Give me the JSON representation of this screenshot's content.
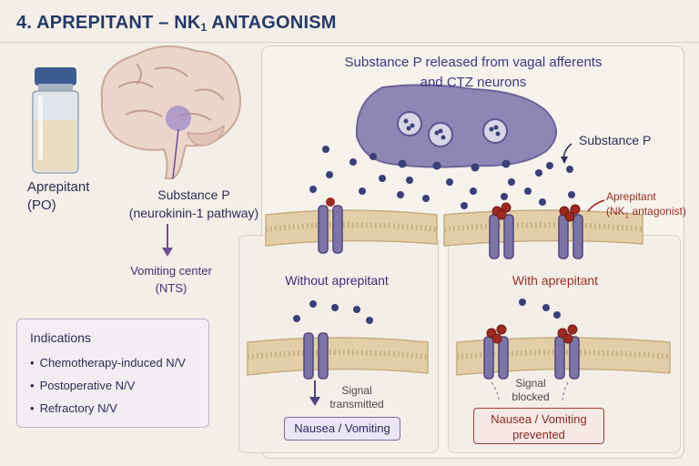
{
  "header": {
    "title_main": "4. APREPITANT – NK",
    "title_sub": "1",
    "title_tail": " ANTAGONISM"
  },
  "left": {
    "vial_label_line1": "Aprepitant",
    "vial_label_line2": "(PO)",
    "pathway_line1": "Substance P",
    "pathway_line2": "(neurokinin-1 pathway)",
    "center_line1": "Vomiting center",
    "center_line2": "(NTS)"
  },
  "indications": {
    "title": "Indications",
    "items": [
      "Chemotherapy-induced N/V",
      "Postoperative N/V",
      "Refractory N/V"
    ]
  },
  "mechanism": {
    "heading_line1": "Substance P released from vagal afferents",
    "heading_line2": "and CTZ neurons",
    "substance_p_label": "Substance P",
    "aprepitant_line1": "Aprepitant",
    "aprepitant_line2_a": "(NK",
    "aprepitant_line2_sub": "1",
    "aprepitant_line2_b": " antagonist)"
  },
  "without": {
    "title": "Without aprepitant",
    "signal_line1": "Signal",
    "signal_line2": "transmitted",
    "result": "Nausea / Vomiting"
  },
  "with": {
    "title": "With aprepitant",
    "signal_line1": "Signal",
    "signal_line2": "blocked",
    "result_line1": "Nausea / Vomiting",
    "result_line2": "prevented"
  },
  "colors": {
    "title": "#243a68",
    "receptor": "#7d75a6",
    "substance_p": "#3b3f78",
    "aprepitant": "#9d2a22",
    "membrane": "#e2cfa9",
    "vesicle_cloud": "#8e86b4"
  },
  "icons": [
    "vial-icon",
    "brain-icon",
    "arrow-down-icon",
    "receptor-icon",
    "membrane-icon",
    "neuron-terminal-icon"
  ]
}
